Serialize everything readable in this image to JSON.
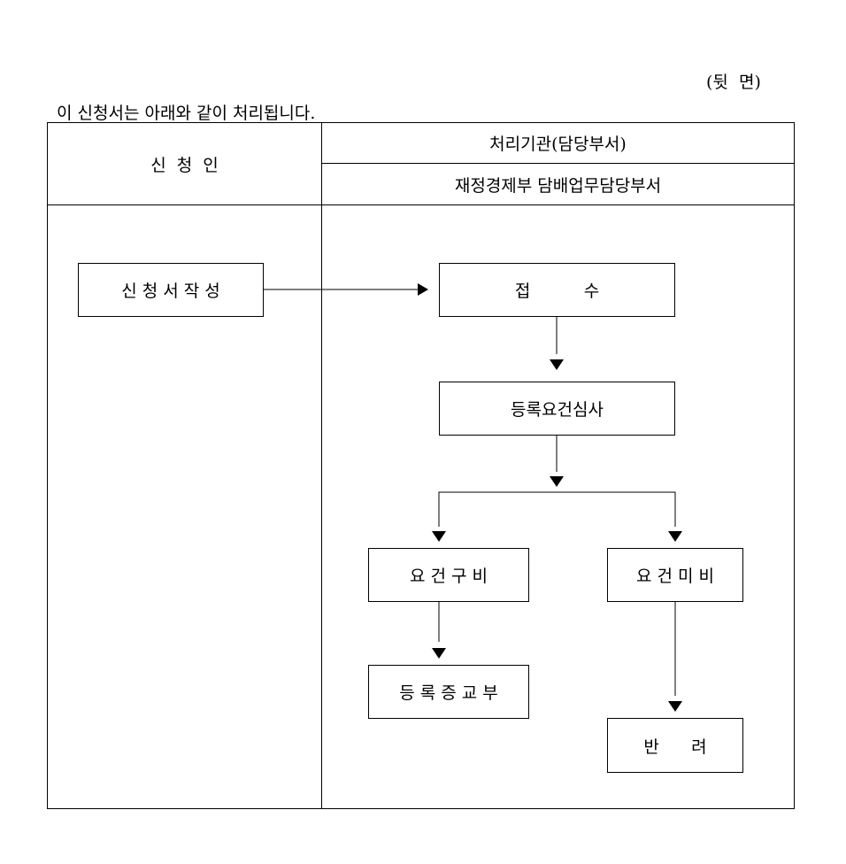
{
  "page_label": "(뒷  면)",
  "intro": "이 신청서는 아래와 같이 처리됩니다.",
  "table": {
    "applicant_header": "신  청  인",
    "agency_header": "처리기관(담당부서)",
    "department": "재정경제부 담배업무담당부서"
  },
  "flow": {
    "write_application": "신 청 서 작 성",
    "receipt": "접          수",
    "review": "등록요건심사",
    "requirements_met": "요 건 구 비",
    "requirements_unmet": "요 건 미 비",
    "issue_certificate": "등 록 증 교 부",
    "return": "반      려"
  }
}
